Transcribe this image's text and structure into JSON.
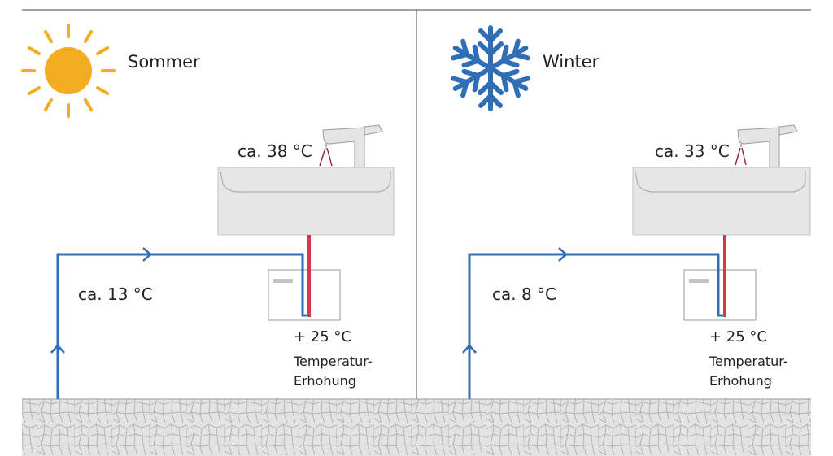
{
  "panels": [
    {
      "title": "Sommer",
      "icon": "sun-icon",
      "tap_temp": "ca. 38 °C",
      "inlet_temp": "ca. 13 °C",
      "rise": "+ 25 °C",
      "rise_label_1": "Temperatur-",
      "rise_label_2": "Erhohung"
    },
    {
      "title": "Winter",
      "icon": "snowflake-icon",
      "tap_temp": "ca. 33 °C",
      "inlet_temp": "ca. 8 °C",
      "rise": "+ 25 °C",
      "rise_label_1": "Temperatur-",
      "rise_label_2": "Erhohung"
    }
  ],
  "colors": {
    "cold_pipe": "#2f6db5",
    "hot_pipe": "#d43a49",
    "sun": "#f2ac1f",
    "snowflake": "#2f6db5",
    "sink": "#e6e6e6",
    "ground": "#e2e2e2"
  }
}
